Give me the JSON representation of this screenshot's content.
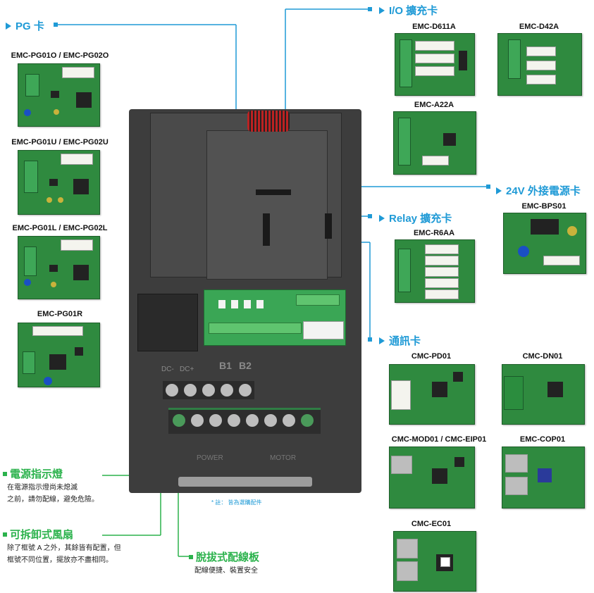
{
  "headers": {
    "pg": "PG 卡",
    "io": "I/O 擴充卡",
    "power24": "24V 外接電源卡",
    "relay": "Relay 擴充卡",
    "comm": "通訊卡"
  },
  "pg_cards": [
    {
      "label": "EMC-PG01O / EMC-PG02O"
    },
    {
      "label": "EMC-PG01U / EMC-PG02U"
    },
    {
      "label": "EMC-PG01L / EMC-PG02L"
    },
    {
      "label": "EMC-PG01R"
    }
  ],
  "io_cards": [
    {
      "label": "EMC-D611A"
    },
    {
      "label": "EMC-D42A"
    },
    {
      "label": "EMC-A22A"
    }
  ],
  "power_card": {
    "label": "EMC-BPS01"
  },
  "relay_card": {
    "label": "EMC-R6AA"
  },
  "comm_cards": [
    {
      "label": "CMC-PD01"
    },
    {
      "label": "CMC-DN01"
    },
    {
      "label": "CMC-MOD01 / CMC-EIP01"
    },
    {
      "label": "EMC-COP01"
    },
    {
      "label": "CMC-EC01"
    }
  ],
  "features": {
    "power_led": {
      "title": "電源指示燈",
      "lines": [
        "在電源指示燈尚未熄滅",
        "之前，請勿配線，避免危險。"
      ]
    },
    "fan": {
      "title": "可拆卸式風扇",
      "lines": [
        "除了框號 A 之外，其餘皆有配置，但",
        "框號不同位置，擺放亦不盡相同。"
      ]
    },
    "terminal": {
      "title": "脫拔式配線板",
      "lines": [
        "配線便捷、裝置安全"
      ]
    }
  },
  "note": "* 註：  皆為選購配件",
  "drive_labels": {
    "dc_minus": "DC-",
    "dc_plus": "DC+",
    "b1": "B1",
    "b2": "B2",
    "power": "POWER",
    "motor": "MOTOR"
  },
  "colors": {
    "accent_blue": "#1f9ad6",
    "accent_green": "#2bb24c"
  }
}
